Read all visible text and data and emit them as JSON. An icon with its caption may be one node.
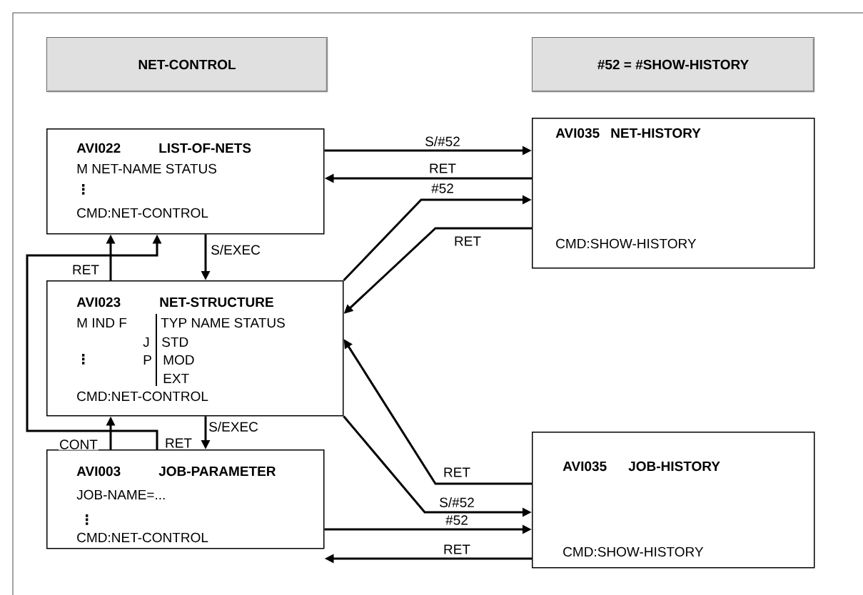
{
  "diagram": {
    "nodes": [
      {
        "text": [
          "NET-CONTROL"
        ]
      },
      {
        "text": [
          "#52 = #SHOW-HISTORY"
        ]
      },
      {
        "text": [
          "AVI022",
          "LIST-OF-NETS",
          "M NET-NAME STATUS",
          "⋮",
          "CMD:NET-CONTROL"
        ]
      },
      {
        "text": [
          "AVI035",
          "NET-HISTORY",
          "CMD:SHOW-HISTORY"
        ]
      },
      {
        "text": [
          "AVI023",
          "NET-STRUCTURE",
          "M IND F",
          "TYP NAME STATUS",
          "J",
          "STD",
          "⋮",
          "P",
          "MOD",
          "EXT",
          "CMD:NET-CONTROL"
        ]
      },
      {
        "text": [
          "AVI003",
          "JOB-PARAMETER",
          "JOB-NAME=...",
          "⋮",
          "CMD:NET-CONTROL"
        ]
      },
      {
        "text": [
          "AVI035",
          "JOB-HISTORY",
          "CMD:SHOW-HISTORY"
        ]
      }
    ],
    "edges": [
      {
        "from": 2,
        "to": 3,
        "arrow": "to",
        "label": "S/#52"
      },
      {
        "from": 3,
        "to": 2,
        "arrow": "to",
        "label": "RET"
      },
      {
        "from": 4,
        "to": 3,
        "arrow": "to",
        "label": "#52"
      },
      {
        "from": 3,
        "to": 4,
        "arrow": "to",
        "label": "RET"
      },
      {
        "from": 2,
        "to": 4,
        "arrow": "to",
        "label": "S/EXEC"
      },
      {
        "from": 4,
        "to": 2,
        "arrow": "to",
        "label": "RET"
      },
      {
        "from": 5,
        "to": 2,
        "arrow": "to",
        "label": "RET"
      },
      {
        "from": 4,
        "to": 5,
        "arrow": "to",
        "label": "S/EXEC"
      },
      {
        "from": 5,
        "to": 4,
        "arrow": "to",
        "label": "CONT"
      },
      {
        "from": 6,
        "to": 4,
        "arrow": "to",
        "label": "RET"
      },
      {
        "from": 4,
        "to": 6,
        "arrow": "to",
        "label": "S/#52"
      },
      {
        "from": 5,
        "to": 6,
        "arrow": "to",
        "label": "#52"
      },
      {
        "from": 6,
        "to": 5,
        "arrow": "to",
        "label": "RET"
      }
    ]
  }
}
